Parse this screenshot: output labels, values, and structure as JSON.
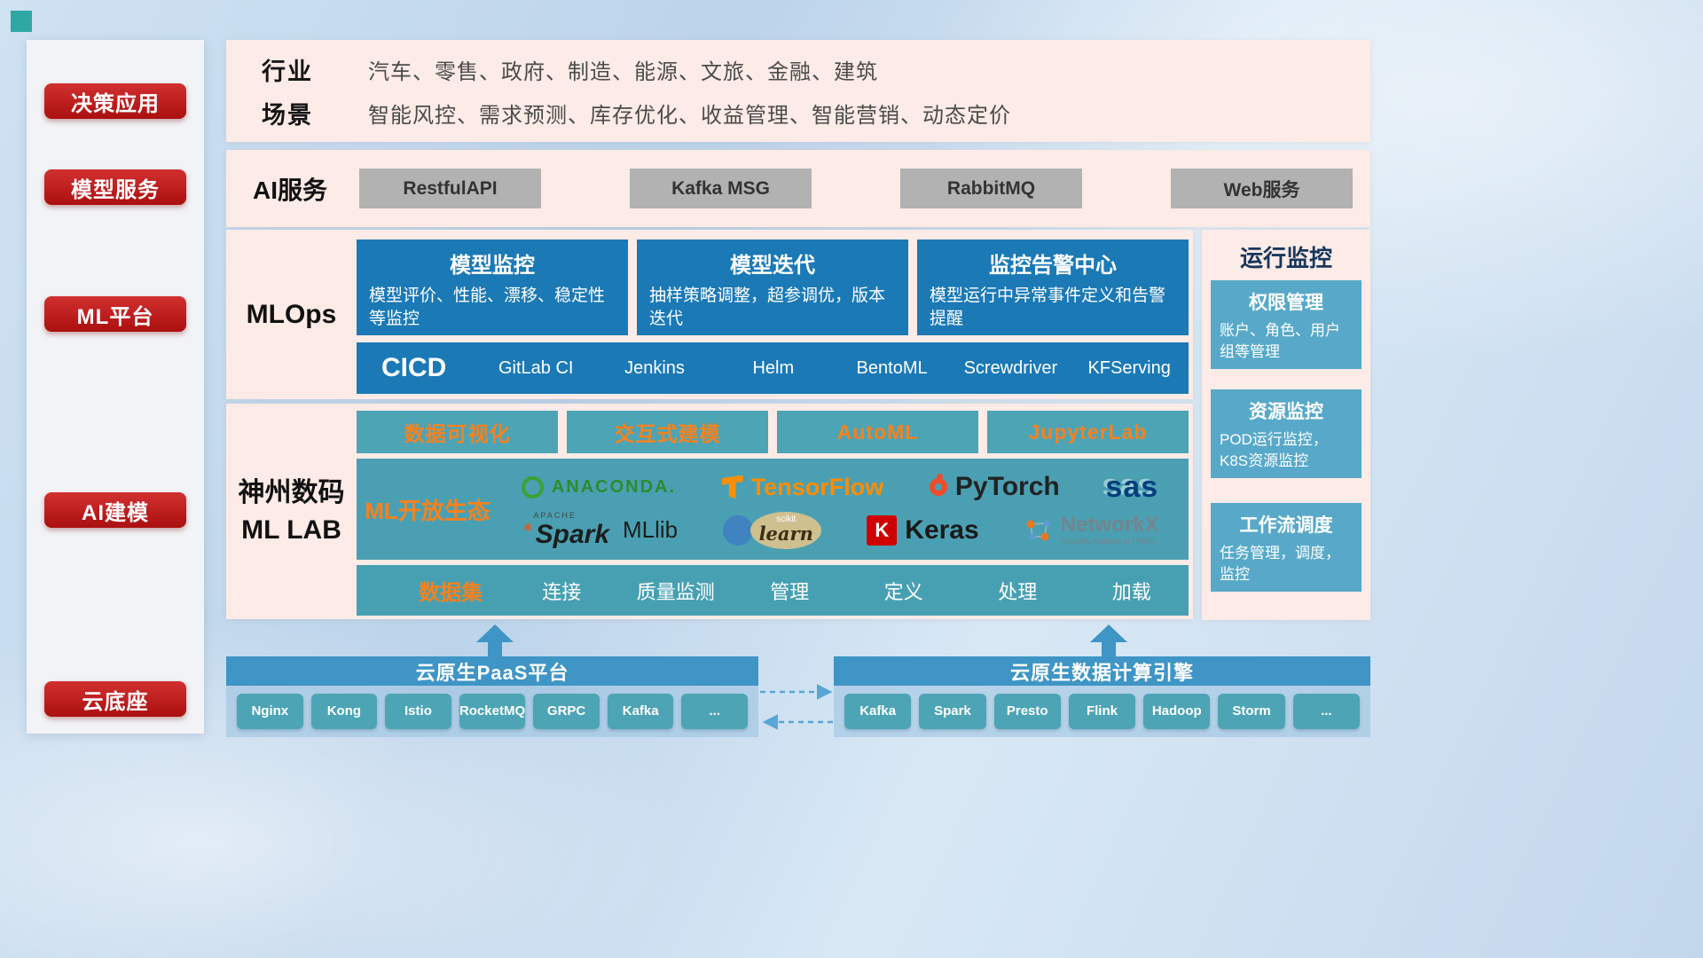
{
  "sidebar": {
    "items": [
      {
        "label": "决策应用"
      },
      {
        "label": "模型服务"
      },
      {
        "label": "ML平台"
      },
      {
        "label": "AI建模"
      },
      {
        "label": "云底座"
      }
    ]
  },
  "overview": {
    "industry_label": "行业",
    "industry_text": "汽车、零售、政府、制造、能源、文旅、金融、建筑",
    "scene_label": "场景",
    "scene_text": "智能风控、需求预测、库存优化、收益管理、智能营销、动态定价"
  },
  "ai_service": {
    "label": "AI服务",
    "items": [
      "RestfulAPI",
      "Kafka MSG",
      "RabbitMQ",
      "Web服务"
    ]
  },
  "mlops": {
    "label": "MLOps",
    "cards": [
      {
        "title": "模型监控",
        "desc": "模型评价、性能、漂移、稳定性等监控"
      },
      {
        "title": "模型迭代",
        "desc": "抽样策略调整，超参调优，版本迭代"
      },
      {
        "title": "监控告警中心",
        "desc": "模型运行中异常事件定义和告警提醒"
      }
    ],
    "cicd_label": "CICD",
    "cicd_items": [
      "GitLab CI",
      "Jenkins",
      "Helm",
      "BentoML",
      "Screwdriver",
      "KFServing"
    ]
  },
  "monitoring": {
    "title": "运行监控",
    "cards": [
      {
        "title": "权限管理",
        "desc": "账户、角色、用户组等管理"
      },
      {
        "title": "资源监控",
        "desc": "POD运行监控，K8S资源监控"
      },
      {
        "title": "工作流调度",
        "desc": "任务管理，调度，监控"
      }
    ]
  },
  "mllab": {
    "label_line1": "神州数码",
    "label_line2": "ML LAB",
    "tools": [
      "数据可视化",
      "交互式建模",
      "AutoML",
      "JupyterLab"
    ],
    "ecosystem_label": "ML开放生态",
    "logos": {
      "anaconda": "ANACONDA.",
      "tensorflow": "TensorFlow",
      "pytorch": "PyTorch",
      "sas": "sas",
      "spark_top": "APACHE",
      "spark": "Spark",
      "mllib": "MLlib",
      "sklearn_top": "scikit",
      "sklearn": "learn",
      "keras": "Keras",
      "networkx": "NetworkX",
      "networkx_sub": "Network Analysis in Python"
    },
    "dataset_label": "数据集",
    "dataset_items": [
      "连接",
      "质量监测",
      "管理",
      "定义",
      "处理",
      "加载"
    ]
  },
  "foundation": {
    "paas": {
      "title": "云原生PaaS平台",
      "items": [
        "Nginx",
        "Kong",
        "Istio",
        "RocketMQ",
        "GRPC",
        "Kafka",
        "..."
      ]
    },
    "engine": {
      "title": "云原生数据计算引擎",
      "items": [
        "Kafka",
        "Spark",
        "Presto",
        "Flink",
        "Hadoop",
        "Storm",
        "..."
      ]
    }
  },
  "colors": {
    "accent_red": "#c01414",
    "deep_blue": "#1b79b6",
    "teal": "#4da4b5",
    "panel_pink": "#fcebe6",
    "orange": "#f5821f",
    "bar_blue": "#3e95c6"
  }
}
